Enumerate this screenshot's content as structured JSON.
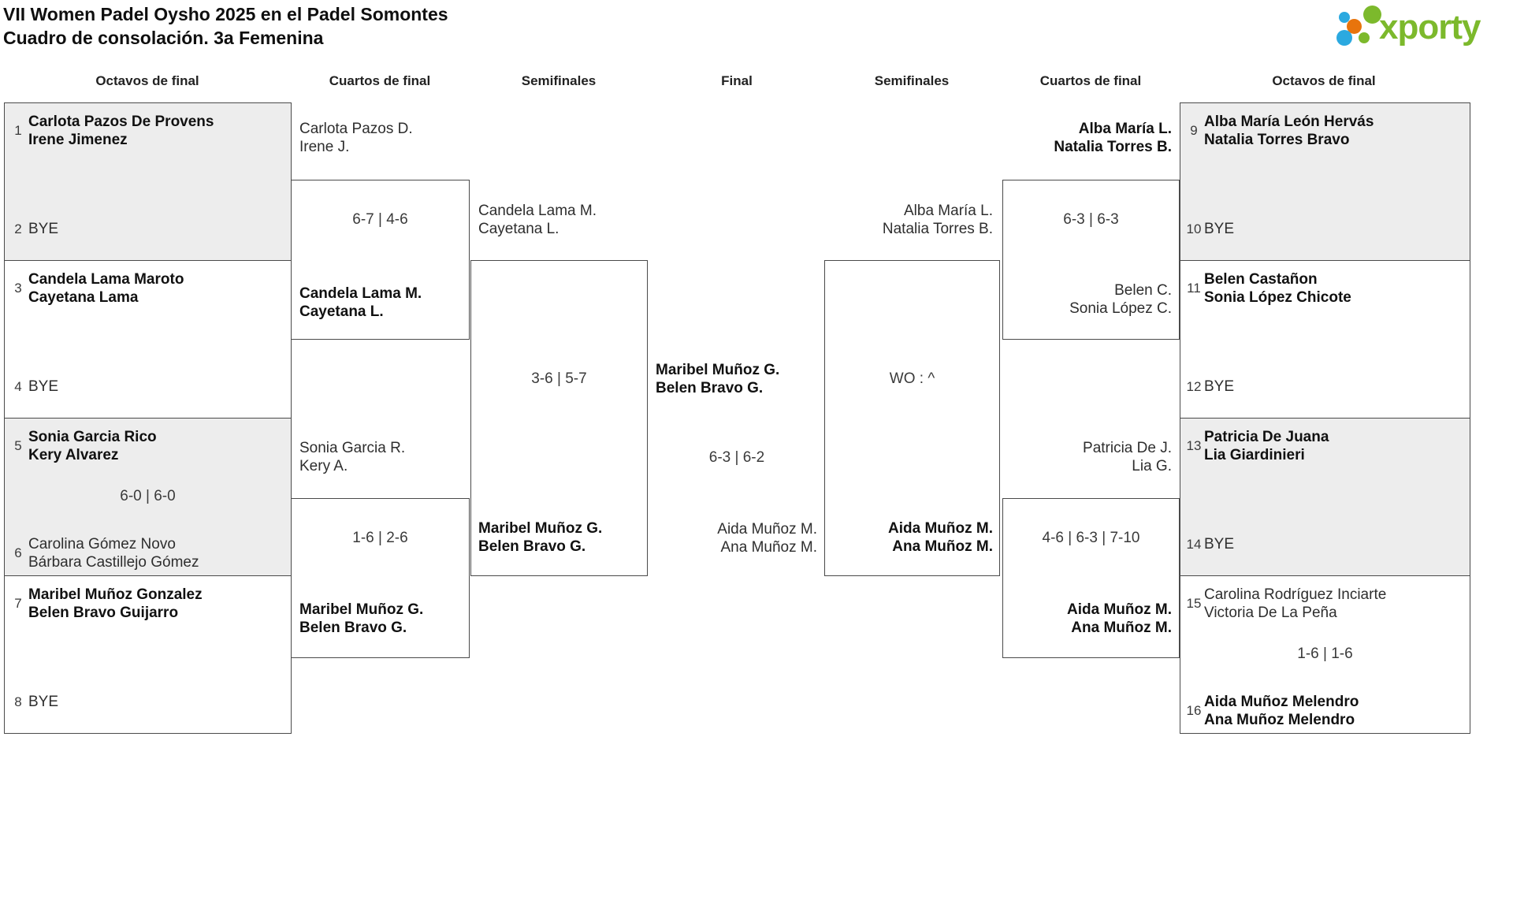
{
  "title": {
    "line1": "VII Women Padel Oysho 2025 en el Padel Somontes",
    "line2": "Cuadro de consolación. 3a Femenina"
  },
  "logo": {
    "text": "xporty",
    "green": "#7cb92c",
    "blue": "#2ba9e0",
    "orange": "#e8740c"
  },
  "round_headers": [
    "Octavos de final",
    "Cuartos de final",
    "Semifinales",
    "Final",
    "Semifinales",
    "Cuartos de final",
    "Octavos de final"
  ],
  "octavos_left": [
    {
      "seed_top": "1",
      "team_top": [
        "Carlota Pazos De Provens",
        "Irene Jimenez"
      ],
      "seed_bottom": "2",
      "bye_bottom": "BYE"
    },
    {
      "seed_top": "3",
      "team_top": [
        "Candela Lama Maroto",
        "Cayetana Lama"
      ],
      "seed_bottom": "4",
      "bye_bottom": "BYE"
    },
    {
      "seed_top": "5",
      "team_top": [
        "Sonia Garcia Rico",
        "Kery Alvarez"
      ],
      "score": "6-0 | 6-0",
      "seed_bottom": "6",
      "team_bottom": [
        "Carolina Gómez Novo",
        "Bárbara Castillejo Gómez"
      ]
    },
    {
      "seed_top": "7",
      "team_top": [
        "Maribel Muñoz Gonzalez",
        "Belen Bravo Guijarro"
      ],
      "seed_bottom": "8",
      "bye_bottom": "BYE"
    }
  ],
  "octavos_right": [
    {
      "seed_top": "9",
      "team_top": [
        "Alba María León Hervás",
        "Natalia Torres Bravo"
      ],
      "seed_bottom": "10",
      "bye_bottom": "BYE"
    },
    {
      "seed_top": "11",
      "team_top": [
        "Belen Castañon",
        "Sonia López Chicote"
      ],
      "seed_bottom": "12",
      "bye_bottom": "BYE"
    },
    {
      "seed_top": "13",
      "team_top": [
        "Patricia De Juana",
        "Lia Giardinieri"
      ],
      "seed_bottom": "14",
      "bye_bottom": "BYE"
    },
    {
      "seed_top": "15",
      "team_top": [
        "Carolina Rodríguez Inciarte",
        "Victoria De La Peña"
      ],
      "score": "1-6 | 1-6",
      "seed_bottom": "16",
      "team_bottom": [
        "Aida Muñoz Melendro",
        "Ana Muñoz Melendro"
      ]
    }
  ],
  "cuartos_left": {
    "match1": {
      "team_top": [
        "Carlota Pazos D.",
        "Irene J."
      ],
      "score": "6-7 | 4-6",
      "team_bottom": [
        "Candela Lama M.",
        "Cayetana L."
      ]
    },
    "match2": {
      "team_top": [
        "Sonia Garcia R.",
        "Kery A."
      ],
      "score": "1-6 | 2-6",
      "team_bottom": [
        "Maribel Muñoz G.",
        "Belen Bravo G."
      ]
    }
  },
  "semifinales_left": {
    "team_top": [
      "Candela Lama M.",
      "Cayetana L."
    ],
    "score": "3-6 | 5-7",
    "team_bottom": [
      "Maribel Muñoz G.",
      "Belen Bravo G."
    ]
  },
  "final": {
    "team_top": [
      "Maribel Muñoz G.",
      "Belen Bravo G."
    ],
    "score": "6-3 | 6-2",
    "team_bottom": [
      "Aida Muñoz M.",
      "Ana Muñoz M."
    ]
  },
  "semifinales_right": {
    "team_top": [
      "Alba María L.",
      "Natalia Torres B."
    ],
    "score": "WO : ^",
    "team_bottom": [
      "Aida Muñoz M.",
      "Ana Muñoz M."
    ]
  },
  "cuartos_right": {
    "match1": {
      "team_top": [
        "Alba María L.",
        "Natalia Torres B."
      ],
      "score": "6-3 | 6-3",
      "team_bottom": [
        "Belen C.",
        "Sonia López C."
      ]
    },
    "match2": {
      "team_top": [
        "Patricia De J.",
        "Lia G."
      ],
      "score": "4-6 | 6-3 | 7-10",
      "team_bottom": [
        "Aida Muñoz M.",
        "Ana Muñoz M."
      ]
    }
  }
}
